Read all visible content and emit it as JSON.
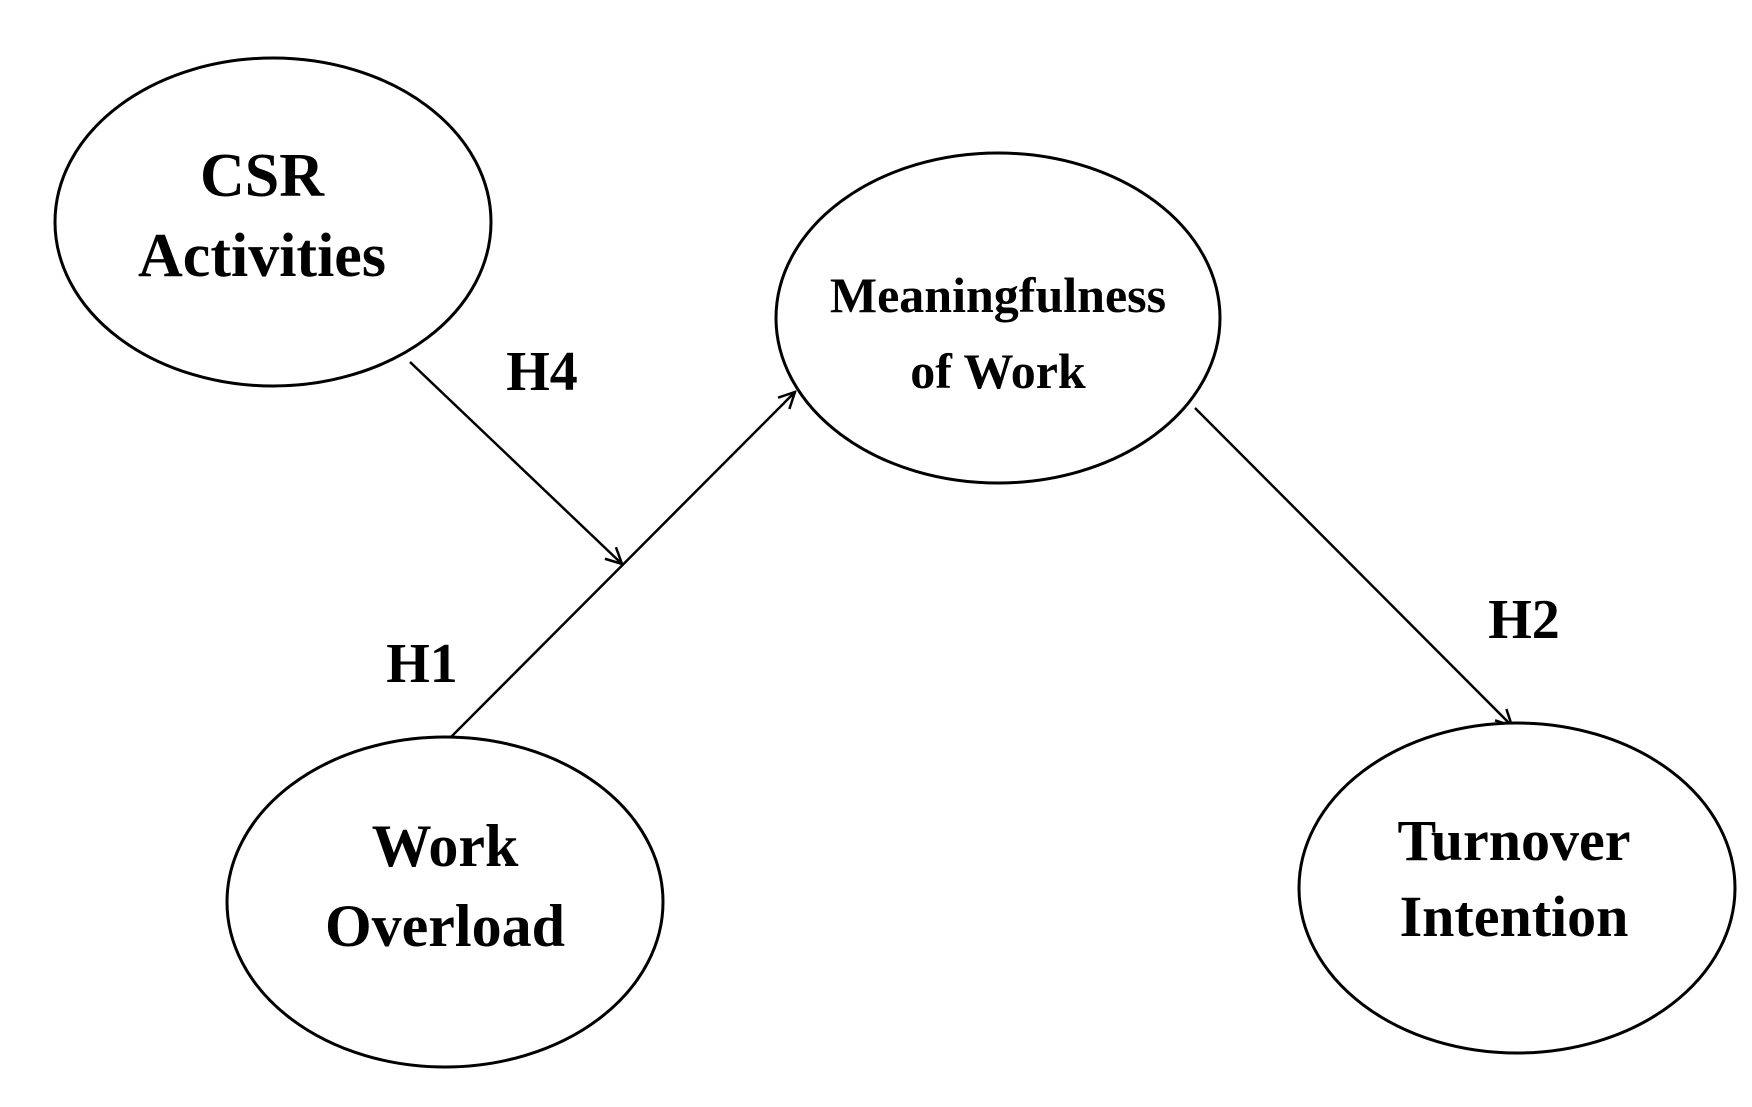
{
  "nodes": {
    "csr": {
      "line1": "CSR",
      "line2": "Activities"
    },
    "meaning": {
      "line1": "Meaningfulness",
      "line2": "of Work"
    },
    "overload": {
      "line1": "Work",
      "line2": "Overload"
    },
    "turnover": {
      "line1": "Turnover",
      "line2": "Intention"
    }
  },
  "edges": {
    "h1": {
      "label": "H1"
    },
    "h2": {
      "label": "H2"
    },
    "h4": {
      "label": "H4"
    }
  },
  "colors": {
    "stroke": "#000000",
    "background": "#ffffff"
  }
}
